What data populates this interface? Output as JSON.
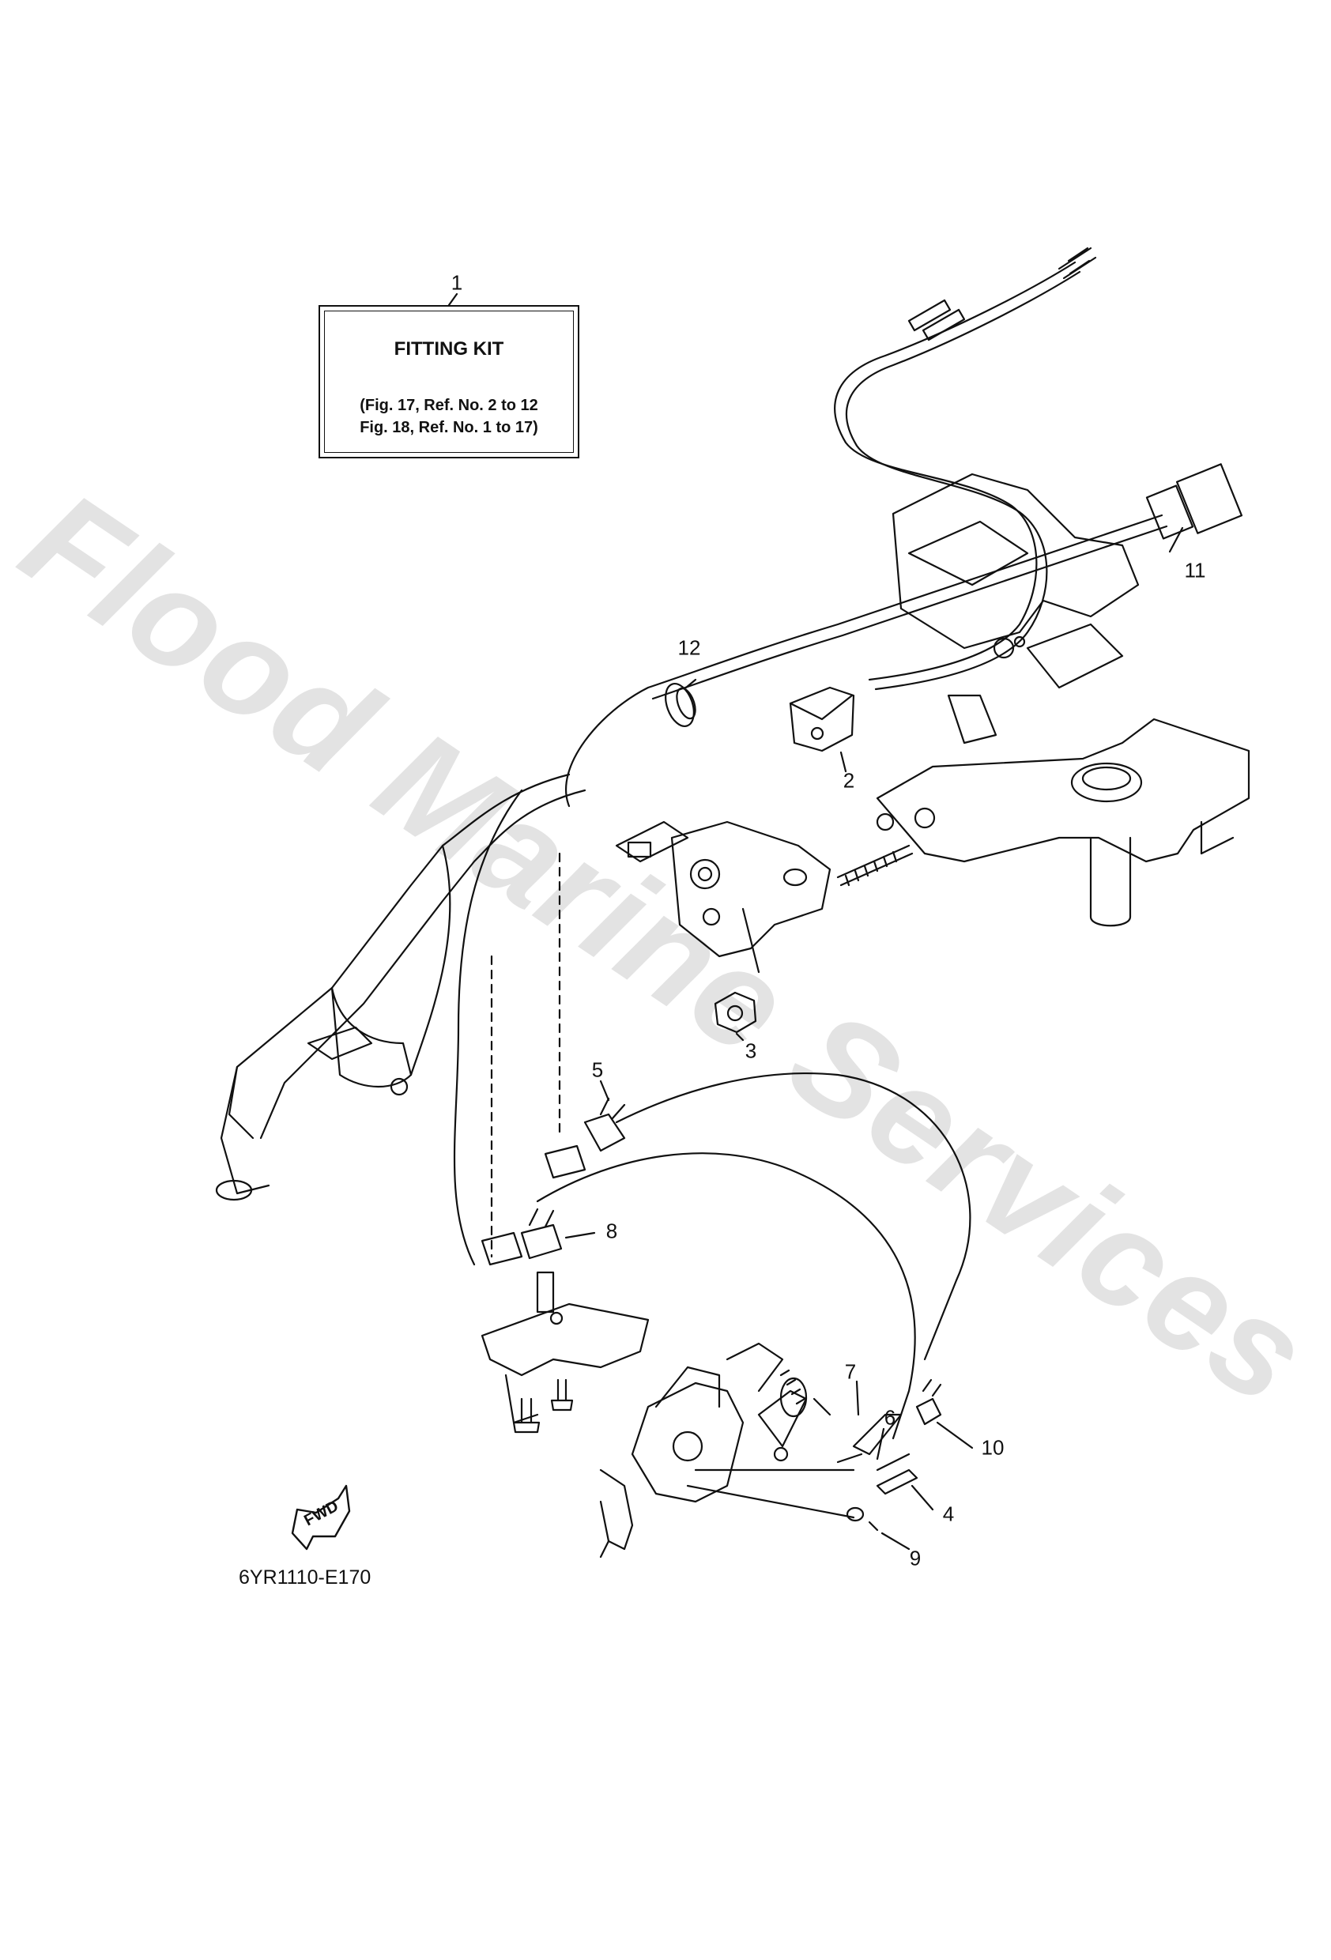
{
  "fitting_kit": {
    "ref_no": "1",
    "title": "FITTING KIT",
    "line1": "(Fig. 17, Ref. No. 2 to 12",
    "line2": "Fig. 18, Ref. No. 1 to 17)"
  },
  "callouts": {
    "c2": "2",
    "c3": "3",
    "c4": "4",
    "c5": "5",
    "c6": "6",
    "c7": "7",
    "c8": "8",
    "c9": "9",
    "c10": "10",
    "c11": "11",
    "c12": "12"
  },
  "fwd_label": "FWD",
  "drawing_code": "6YR1110-E170",
  "watermark": "Flood Marine Services"
}
